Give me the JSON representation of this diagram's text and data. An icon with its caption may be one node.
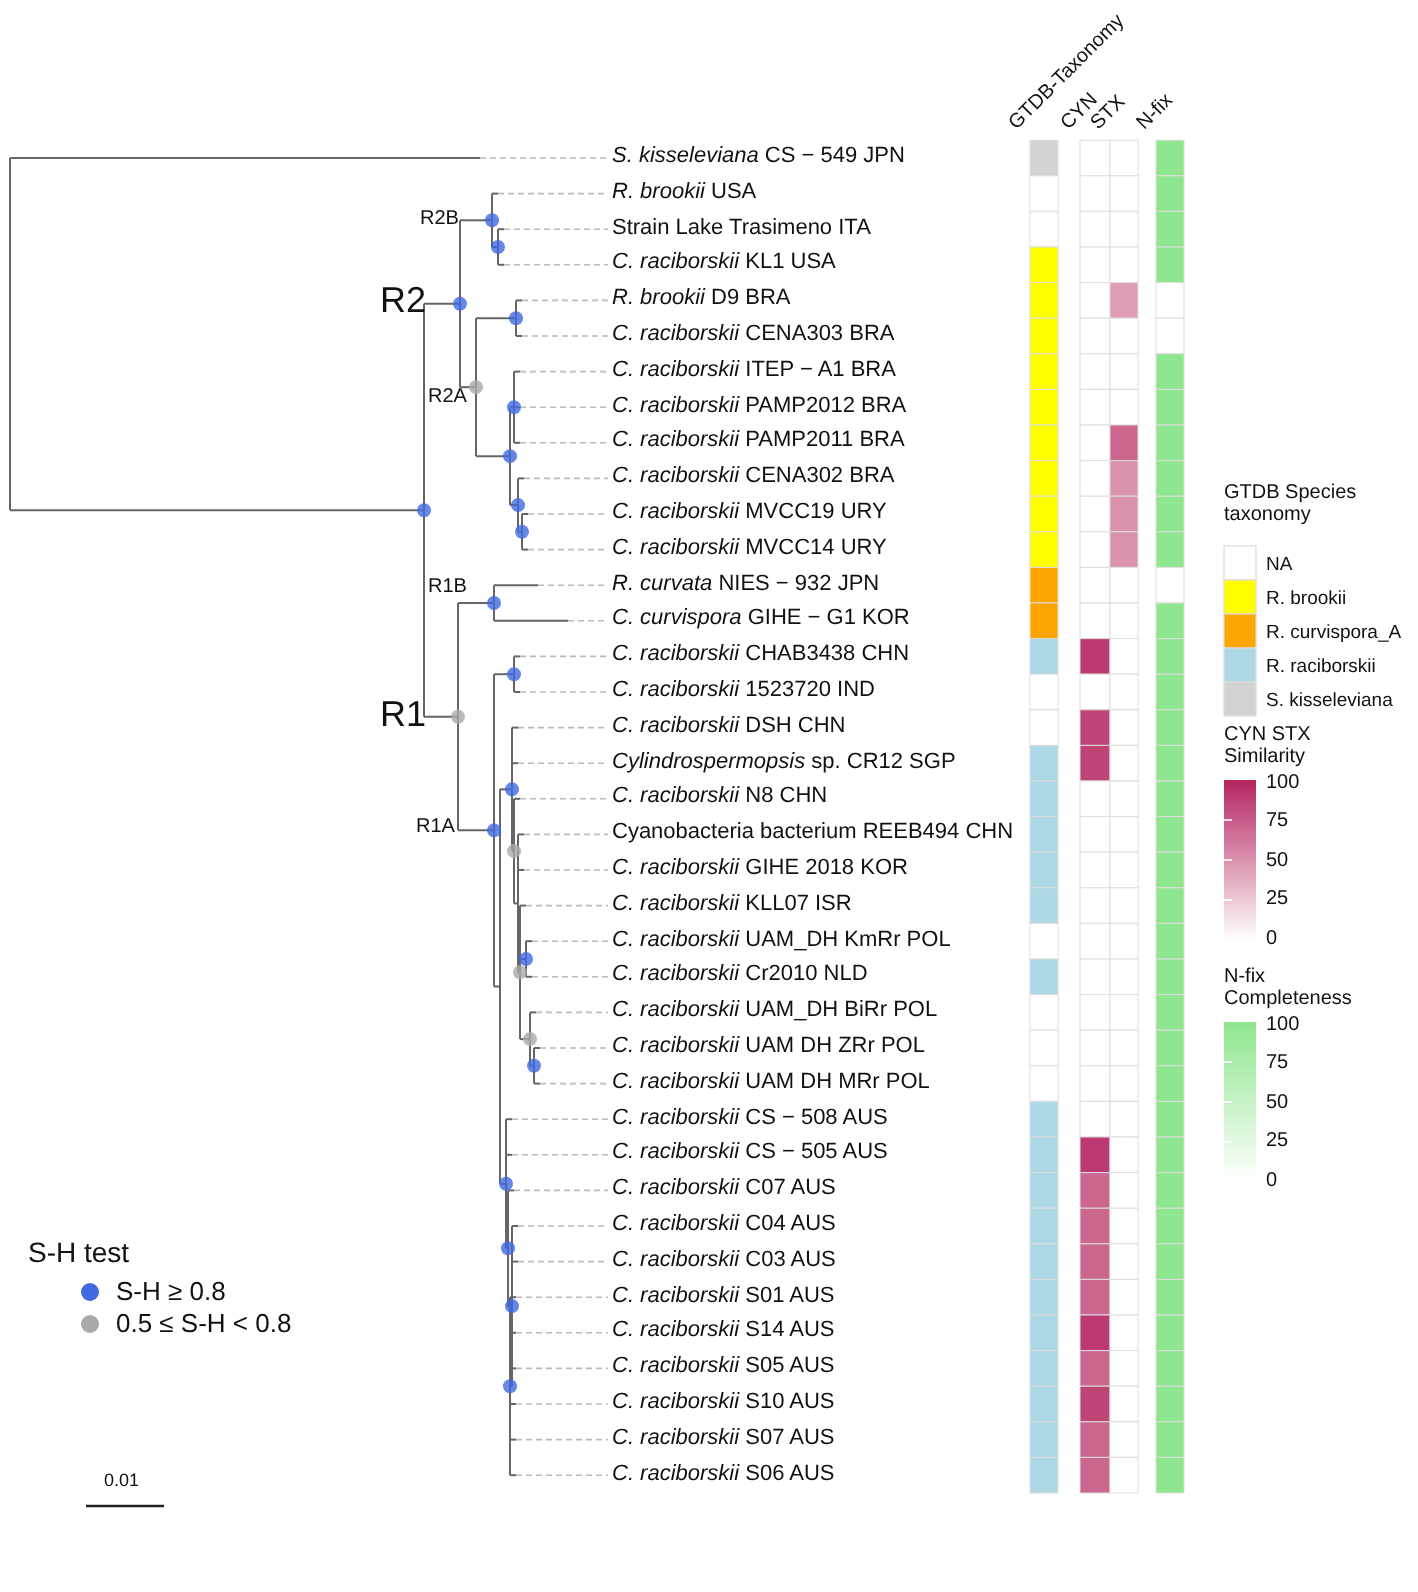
{
  "diagram": {
    "labels": [
      "GTDB-Taxonomy",
      "CYN",
      "STX",
      "N-fix",
      "*S. kisseleviana* CS − 549 JPN",
      "*R. brookii* USA",
      "Strain Lake Trasimeno ITA",
      "*C. raciborskii* KL1 USA",
      "*R. brookii* D9 BRA",
      "*C. raciborskii* CENA303 BRA",
      "*C. raciborskii* ITEP − A1 BRA",
      "*C. raciborskii* PAMP2012 BRA",
      "*C. raciborskii* PAMP2011 BRA",
      "*C. raciborskii* CENA302 BRA",
      "*C. raciborskii* MVCC19 URY",
      "*C. raciborskii* MVCC14 URY",
      "*R. curvata* NIES − 932 JPN",
      "*C. curvispora* GIHE − G1 KOR",
      "*C. raciborskii* CHAB3438 CHN",
      "*C. raciborskii* 1523720 IND",
      "*C. raciborskii* DSH CHN",
      "*Cylindrospermopsis* sp. CR12 SGP",
      "*C. raciborskii* N8 CHN",
      "Cyanobacteria bacterium REEB494 CHN",
      "*C. raciborskii* GIHE 2018 KOR",
      "*C. raciborskii* KLL07 ISR",
      "*C. raciborskii* UAM_DH KmRr POL",
      "*C. raciborskii* Cr2010 NLD",
      "*C. raciborskii* UAM_DH BiRr POL",
      "*C. raciborskii* UAM DH ZRr POL",
      "*C. raciborskii* UAM DH MRr POL",
      "*C. raciborskii* CS − 508 AUS",
      "*C. raciborskii* CS − 505 AUS",
      "*C. raciborskii* C07 AUS",
      "*C. raciborskii* C04 AUS",
      "*C. raciborskii* C03 AUS",
      "*C. raciborskii* S01 AUS",
      "*C. raciborskii* S14 AUS",
      "*C. raciborskii* S05 AUS",
      "*C. raciborskii* S10 AUS",
      "*C. raciborskii* S07 AUS",
      "*C. raciborskii* S06 AUS",
      "R2B",
      "R2",
      "R2A",
      "R1B",
      "R1",
      "R1A",
      "GTDB Species taxonomy",
      "CYN STX Similarity",
      "100",
      "75",
      "50",
      "25",
      "0",
      "N-fix Completeness",
      "100",
      "75",
      "50",
      "25",
      "0",
      "S-H test",
      "0.01"
    ],
    "legend": [
      {
        "text": "NA",
        "color": "#ffffff"
      },
      {
        "text": "R. brookii",
        "color": "#ffff00"
      },
      {
        "text": "R. curvispora_A",
        "color": "#ffa500"
      },
      {
        "text": "R. raciborskii",
        "color": "#add8e6"
      },
      {
        "text": "S. kisseleviana",
        "color": "#d3d3d3"
      },
      {
        "text": "S-H ≥ 0.8",
        "color": "#4169e1"
      },
      {
        "text": "0.5 ≤ S-H < 0.8",
        "color": "#a9a9a9"
      }
    ]
  }
}
